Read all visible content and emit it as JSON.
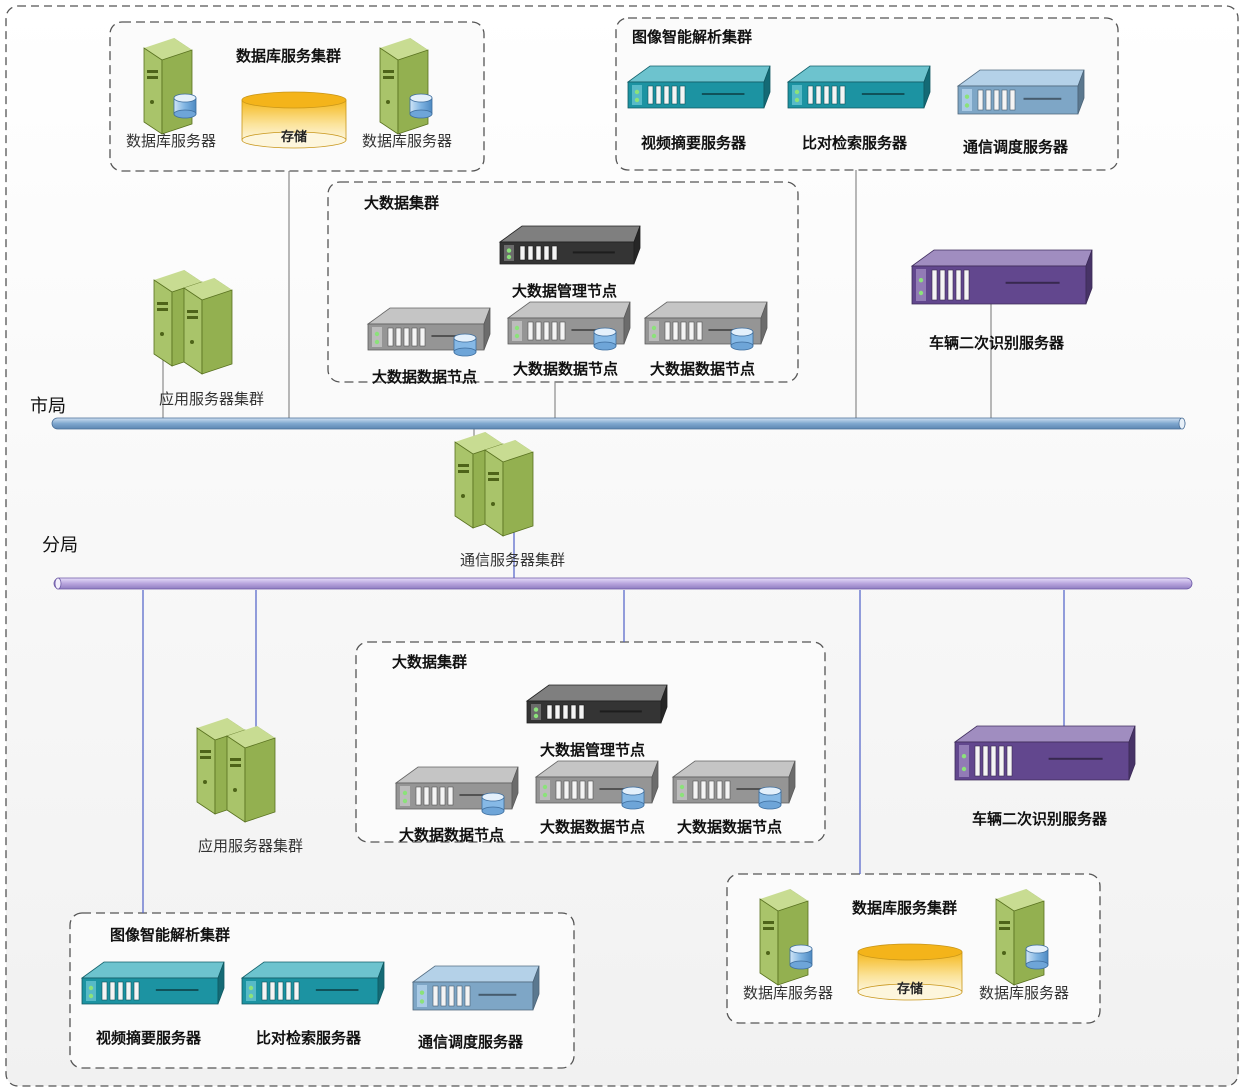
{
  "levels": {
    "city": "市局",
    "branch": "分局"
  },
  "city": {
    "db_cluster": {
      "title": "数据库服务集群",
      "server_left": "数据库服务器",
      "server_right": "数据库服务器",
      "storage": "存储"
    },
    "image_cluster": {
      "title": "图像智能解析集群",
      "video": "视频摘要服务器",
      "compare": "比对检索服务器",
      "comm": "通信调度服务器"
    },
    "bigdata_cluster": {
      "title": "大数据集群",
      "mgmt": "大数据管理节点",
      "node1": "大数据数据节点",
      "node2": "大数据数据节点",
      "node3": "大数据数据节点"
    },
    "vehicle": "车辆二次识别服务器",
    "app_cluster": "应用服务器集群"
  },
  "comm_cluster": "通信服务器集群",
  "branch": {
    "bigdata_cluster": {
      "title": "大数据集群",
      "mgmt": "大数据管理节点",
      "node1": "大数据数据节点",
      "node2": "大数据数据节点",
      "node3": "大数据数据节点"
    },
    "app_cluster": "应用服务器集群",
    "vehicle": "车辆二次识别服务器",
    "image_cluster": {
      "title": "图像智能解析集群",
      "video": "视频摘要服务器",
      "compare": "比对检索服务器",
      "comm": "通信调度服务器"
    },
    "db_cluster": {
      "title": "数据库服务集群",
      "server_left": "数据库服务器",
      "server_right": "数据库服务器",
      "storage": "存储"
    }
  },
  "colors": {
    "city_bus": "#7fa7cf",
    "branch_bus": "#b9a6de",
    "tower_server": "#a9c46a",
    "teal_rack": "#1fa3b4",
    "blue_rack": "#8cb8dc",
    "black_rack": "#3a3a3a",
    "gray_rack": "#a6a6a6",
    "purple_rack": "#6d4f9e",
    "storage": "#f6c43a"
  }
}
